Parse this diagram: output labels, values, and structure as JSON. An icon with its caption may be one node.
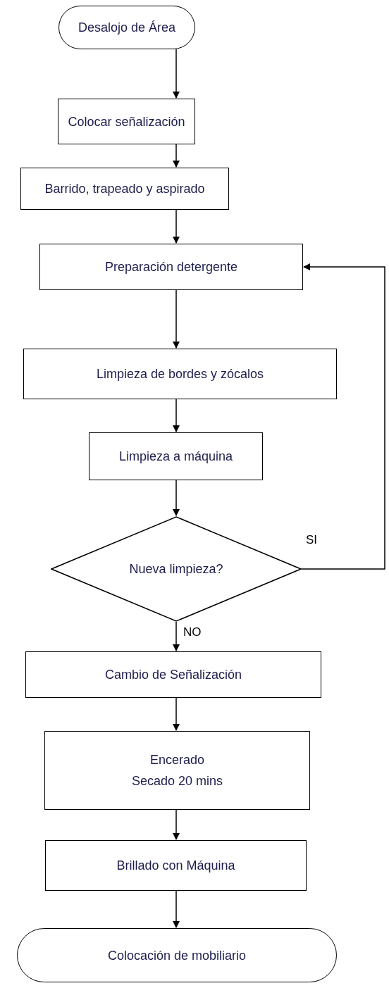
{
  "diagram": {
    "nodes": [
      {
        "text": [
          "Desalojo de Área"
        ]
      },
      {
        "text": [
          "Colocar señalización"
        ]
      },
      {
        "text": [
          "Barrido, trapeado y aspirado"
        ]
      },
      {
        "text": [
          "Preparación detergente"
        ]
      },
      {
        "text": [
          "Limpieza de bordes y zócalos"
        ]
      },
      {
        "text": [
          "Limpieza a máquina"
        ]
      },
      {
        "text": [
          "Nueva limpieza?"
        ]
      },
      {
        "text": [
          "Cambio de Señalización"
        ]
      },
      {
        "text": [
          "Encerado",
          "Secado 20 mins"
        ]
      },
      {
        "text": [
          "Brillado con Máquina"
        ]
      },
      {
        "text": [
          "Colocación de mobiliario"
        ]
      }
    ],
    "edges": [
      {
        "from": 0,
        "to": 1,
        "arrow": "to"
      },
      {
        "from": 1,
        "to": 2,
        "arrow": "to"
      },
      {
        "from": 2,
        "to": 3,
        "arrow": "to"
      },
      {
        "from": 3,
        "to": 4,
        "arrow": "to"
      },
      {
        "from": 4,
        "to": 5,
        "arrow": "to"
      },
      {
        "from": 5,
        "to": 6,
        "arrow": "to"
      },
      {
        "from": 6,
        "to": 7,
        "arrow": "to",
        "label": "NO"
      },
      {
        "from": 6,
        "to": 3,
        "arrow": "to",
        "label": "SI"
      },
      {
        "from": 7,
        "to": 8,
        "arrow": "to"
      },
      {
        "from": 8,
        "to": 9,
        "arrow": "to"
      },
      {
        "from": 9,
        "to": 10,
        "arrow": "to"
      }
    ]
  }
}
